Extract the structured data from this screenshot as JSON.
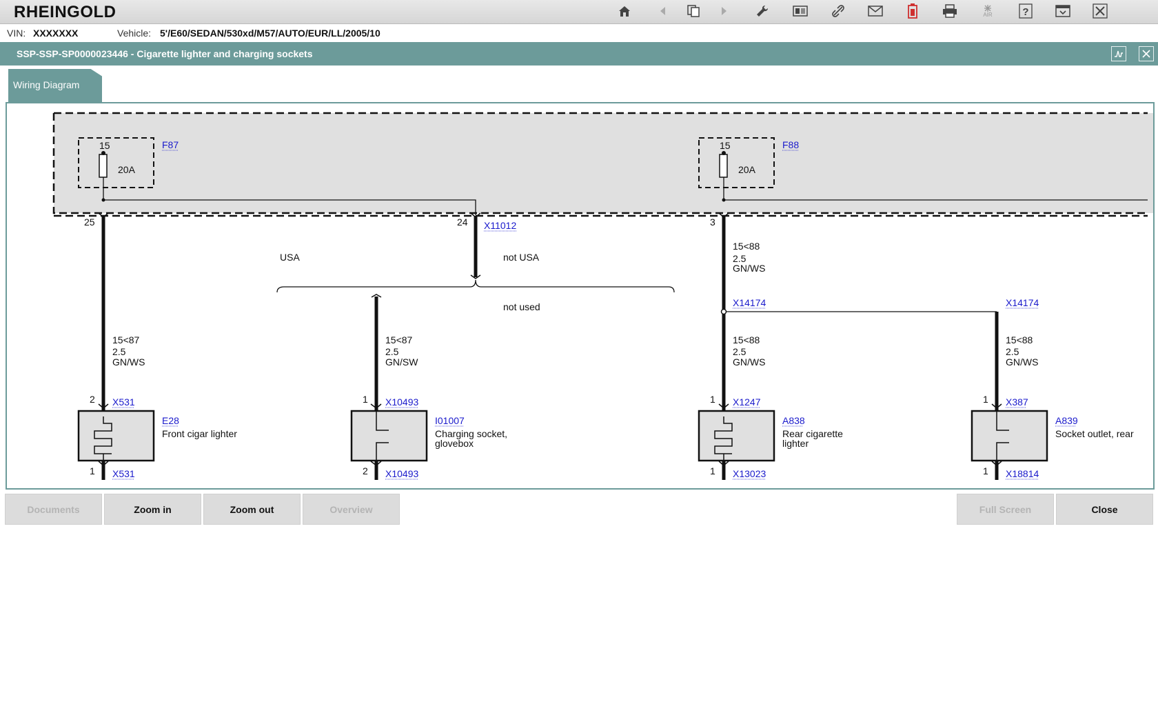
{
  "app": {
    "title": "RHEINGOLD"
  },
  "toolbar": {
    "icons": [
      "home-icon",
      "back-icon",
      "copy-icon",
      "forward-icon",
      "wrench-icon",
      "service-functions-icon",
      "link-icon",
      "mail-icon",
      "battery-icon",
      "print-icon",
      "air-icon",
      "help-icon",
      "minimize-icon",
      "close-icon"
    ],
    "air_label": "AIR"
  },
  "vehicle": {
    "vin_label": "VIN:",
    "vin_value": "XXXXXXX",
    "vehicle_label": "Vehicle:",
    "vehicle_value": "5'/E60/SEDAN/530xd/M57/AUTO/EUR/LL/2005/10"
  },
  "document": {
    "title": "SSP-SSP-SP0000023446  -  Cigarette lighter and charging sockets"
  },
  "tabs": [
    {
      "label": "Wiring Diagram"
    }
  ],
  "diagram": {
    "fuses": [
      {
        "pin": "15",
        "name": "F87",
        "rating": "20A"
      },
      {
        "pin": "15",
        "name": "F88",
        "rating": "20A"
      }
    ],
    "pins_top": [
      "25",
      "24",
      "3"
    ],
    "connector_top": "X11012",
    "variants": {
      "usa": "USA",
      "not_usa": "not USA",
      "not_used": "not used"
    },
    "wires": [
      {
        "circuit": "15<87",
        "size": "2.5",
        "color": "GN/WS"
      },
      {
        "circuit": "15<87",
        "size": "2.5",
        "color": "GN/SW"
      },
      {
        "circuit": "15<88",
        "size": "2.5",
        "color": "GN/WS"
      },
      {
        "circuit": "15<88",
        "size": "2.5",
        "color": "GN/WS"
      },
      {
        "circuit": "15<88",
        "size": "2.5",
        "color": "GN/WS"
      }
    ],
    "splices": [
      "X14174",
      "X14174"
    ],
    "components": [
      {
        "top_pin": "2",
        "top_connector": "X531",
        "code": "E28",
        "name": "Front cigar lighter",
        "bottom_pin": "1",
        "bottom_connector": "X531"
      },
      {
        "top_pin": "1",
        "top_connector": "X10493",
        "code": "I01007",
        "name": "Charging socket,",
        "name2": "glovebox",
        "bottom_pin": "2",
        "bottom_connector": "X10493"
      },
      {
        "top_pin": "1",
        "top_connector": "X1247",
        "code": "A838",
        "name": "Rear cigarette",
        "name2": "lighter",
        "bottom_pin": "1",
        "bottom_connector": "X13023"
      },
      {
        "top_pin": "1",
        "top_connector": "X387",
        "code": "A839",
        "name": "Socket outlet, rear",
        "bottom_pin": "1",
        "bottom_connector": "X18814"
      }
    ]
  },
  "buttons": {
    "documents": "Documents",
    "zoom_in": "Zoom in",
    "zoom_out": "Zoom out",
    "overview": "Overview",
    "full_screen": "Full Screen",
    "close": "Close"
  }
}
